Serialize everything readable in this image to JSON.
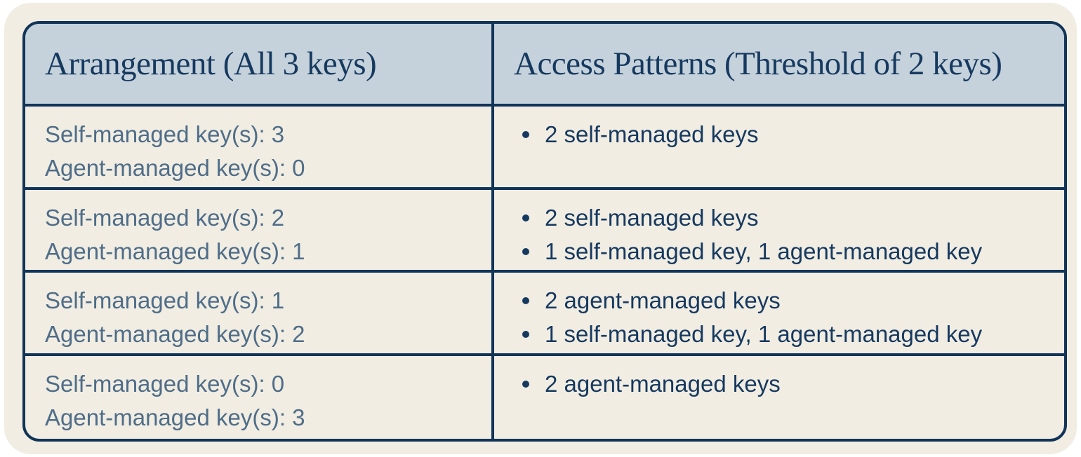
{
  "table": {
    "headers": {
      "arrangement": "Arrangement (All 3 keys)",
      "access_patterns": "Access Patterns (Threshold of 2 keys)"
    },
    "rows": [
      {
        "arrangement": [
          "Self-managed key(s): 3",
          "Agent-managed key(s): 0"
        ],
        "patterns": [
          "2 self-managed keys"
        ]
      },
      {
        "arrangement": [
          "Self-managed key(s): 2",
          "Agent-managed key(s): 1"
        ],
        "patterns": [
          "2 self-managed keys",
          "1 self-managed key, 1 agent-managed key"
        ]
      },
      {
        "arrangement": [
          "Self-managed key(s): 1",
          "Agent-managed key(s): 2"
        ],
        "patterns": [
          "2 agent-managed keys",
          "1 self-managed key, 1 agent-managed key"
        ]
      },
      {
        "arrangement": [
          "Self-managed key(s): 0",
          "Agent-managed key(s): 3"
        ],
        "patterns": [
          "2 agent-managed keys"
        ]
      }
    ]
  },
  "colors": {
    "page_background": "#ffffff",
    "card_background": "#f1ede3",
    "header_background": "#c5d2dc",
    "border_navy": "#113458",
    "header_text": "#16395f",
    "arrangement_text": "#4f6d88",
    "pattern_text": "#16395f"
  }
}
